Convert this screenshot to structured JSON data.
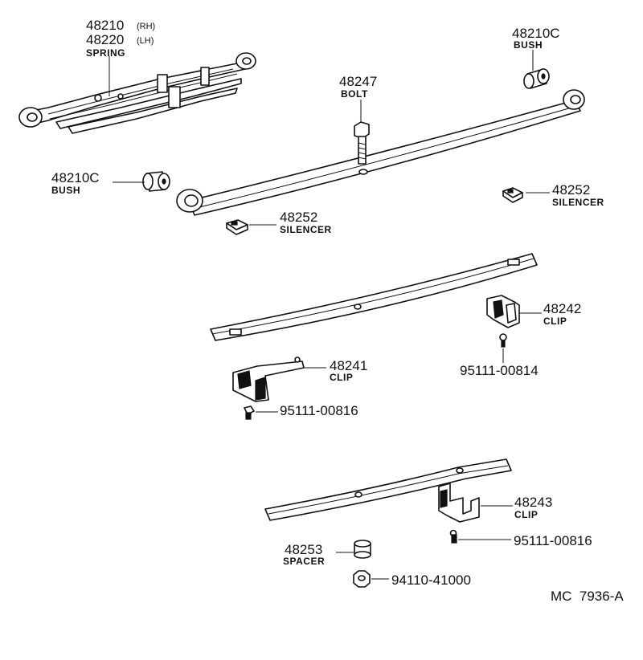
{
  "parts": {
    "spring": {
      "num_rh": "48210",
      "rh": "(RH)",
      "num_lh": "48220",
      "lh": "(LH)",
      "label": "SPRING"
    },
    "bush_top": {
      "num": "48210C",
      "label": "BUSH"
    },
    "bush_left": {
      "num": "48210C",
      "label": "BUSH"
    },
    "bolt": {
      "num": "48247",
      "label": "BOLT"
    },
    "silencer_right": {
      "num": "48252",
      "label": "SILENCER"
    },
    "silencer_left": {
      "num": "48252",
      "label": "SILENCER"
    },
    "clip_48242": {
      "num": "48242",
      "label": "CLIP"
    },
    "screw_814": {
      "num": "95111-00814"
    },
    "clip_48241": {
      "num": "48241",
      "label": "CLIP"
    },
    "screw_816a": {
      "num": "95111-00816"
    },
    "clip_48243": {
      "num": "48243",
      "label": "CLIP"
    },
    "screw_816b": {
      "num": "95111-00816"
    },
    "spacer": {
      "num": "48253",
      "label": "SPACER"
    },
    "nut": {
      "num": "94110-41000"
    }
  },
  "diagram_code": "MC  7936-A"
}
